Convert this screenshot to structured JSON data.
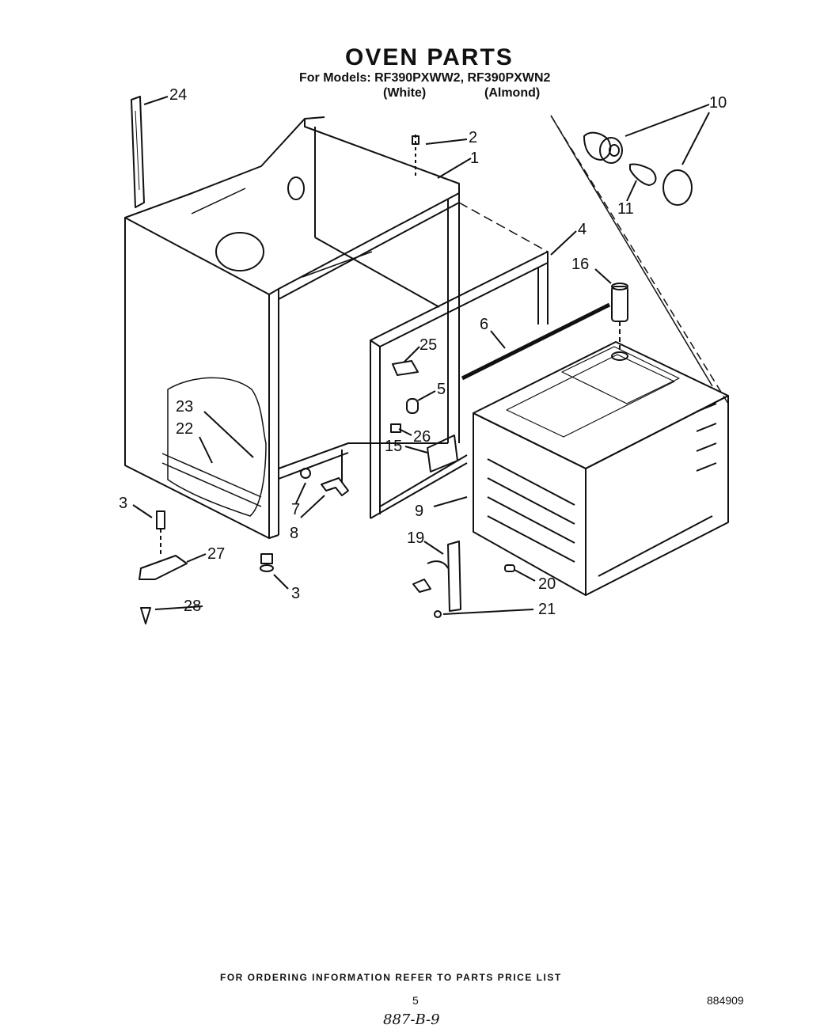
{
  "header": {
    "title": "OVEN PARTS",
    "models_line": "For Models: RF390PXWW2, RF390PXWN2",
    "color_white": "(White)",
    "color_almond": "(Almond)"
  },
  "callouts": {
    "c1": "1",
    "c2": "2",
    "c3a": "3",
    "c3b": "3",
    "c4": "4",
    "c5": "5",
    "c6": "6",
    "c7": "7",
    "c8": "8",
    "c9": "9",
    "c10": "10",
    "c11": "11",
    "c15": "15",
    "c16": "16",
    "c19": "19",
    "c20": "20",
    "c21": "21",
    "c22": "22",
    "c23": "23",
    "c24": "24",
    "c25": "25",
    "c26": "26",
    "c27": "27",
    "c28": "28"
  },
  "footer": {
    "ordering_note": "FOR ORDERING INFORMATION REFER TO PARTS PRICE LIST",
    "page_number": "5",
    "document_number": "884909",
    "handwritten_code": "887-B-9"
  }
}
